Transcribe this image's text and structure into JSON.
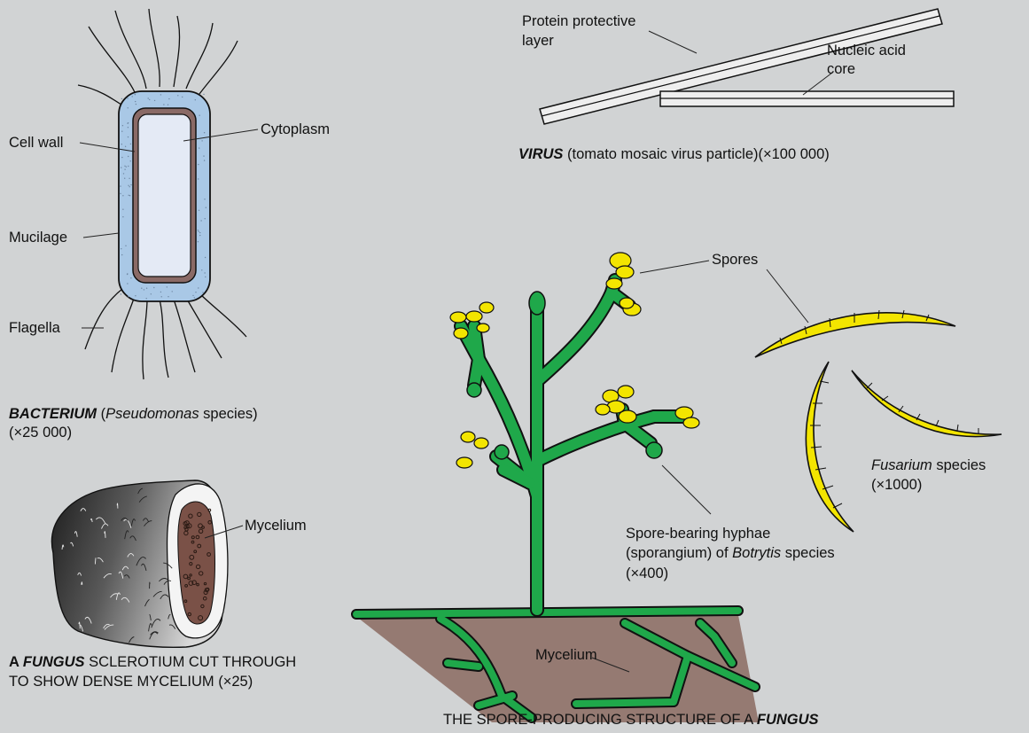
{
  "bacterium": {
    "labels": {
      "cytoplasm": "Cytoplasm",
      "cell_wall": "Cell wall",
      "mucilage": "Mucilage",
      "flagella": "Flagella"
    },
    "caption": {
      "name": "BACTERIUM",
      "open_paren": " (",
      "genus": "Pseudomonas",
      "rest": " species)",
      "magnification": "(×25 000)"
    }
  },
  "virus": {
    "labels": {
      "protein_line1": "Protein protective",
      "protein_line2": "layer",
      "nucleic_line1": "Nucleic acid",
      "nucleic_line2": "core"
    },
    "caption": {
      "name": "VIRUS",
      "rest": " (tomato mosaic virus particle)(×100 000)"
    }
  },
  "fungus_spores": {
    "labels": {
      "spores": "Spores",
      "hyphae_line1": "Spore-bearing hyphae",
      "hyphae_line2_prefix": "(sporangium) of ",
      "hyphae_genus": "Botrytis",
      "hyphae_line2_suffix": " species",
      "hyphae_magnification": "(×400)",
      "mycelium": "Mycelium"
    },
    "caption": {
      "prefix": "THE SPORE-PRODUCING STRUCTURE OF A ",
      "name": "FUNGUS"
    }
  },
  "fusarium": {
    "genus": "Fusarium",
    "species": " species",
    "magnification": "(×1000)"
  },
  "sclerotium": {
    "labels": {
      "mycelium": "Mycelium"
    },
    "caption": {
      "line1_prefix": "A ",
      "line1_name": "FUNGUS",
      "line1_suffix": " SCLEROTIUM CUT THROUGH",
      "line2": "TO SHOW DENSE MYCELIUM (×25)"
    }
  },
  "colors": {
    "background": "#d1d3d4",
    "mucilage": "#a9c8e6",
    "cytoplasm": "#e4eaf5",
    "cell_wall": "#8a6a66",
    "hyphae": "#1fa84a",
    "spores": "#f3e500",
    "soil": "#957a72"
  }
}
